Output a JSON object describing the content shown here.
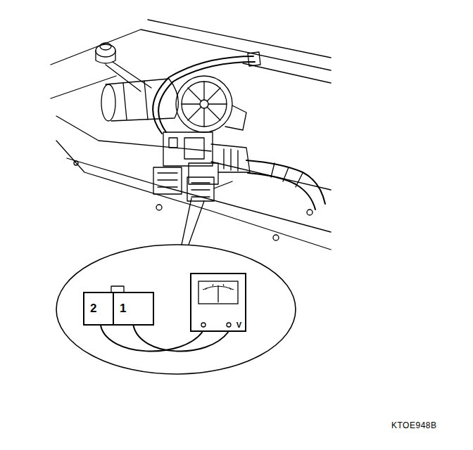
{
  "diagram": {
    "nodes": [
      {
        "text": [
          "2"
        ]
      },
      {
        "text": [
          "1"
        ]
      },
      {
        "text": [
          "V"
        ]
      }
    ],
    "edges": [
      {
        "from": 0,
        "to": 2,
        "arrow": "none"
      },
      {
        "from": 1,
        "to": 2,
        "arrow": "none"
      }
    ],
    "labels": [
      "KTOE948B"
    ]
  }
}
